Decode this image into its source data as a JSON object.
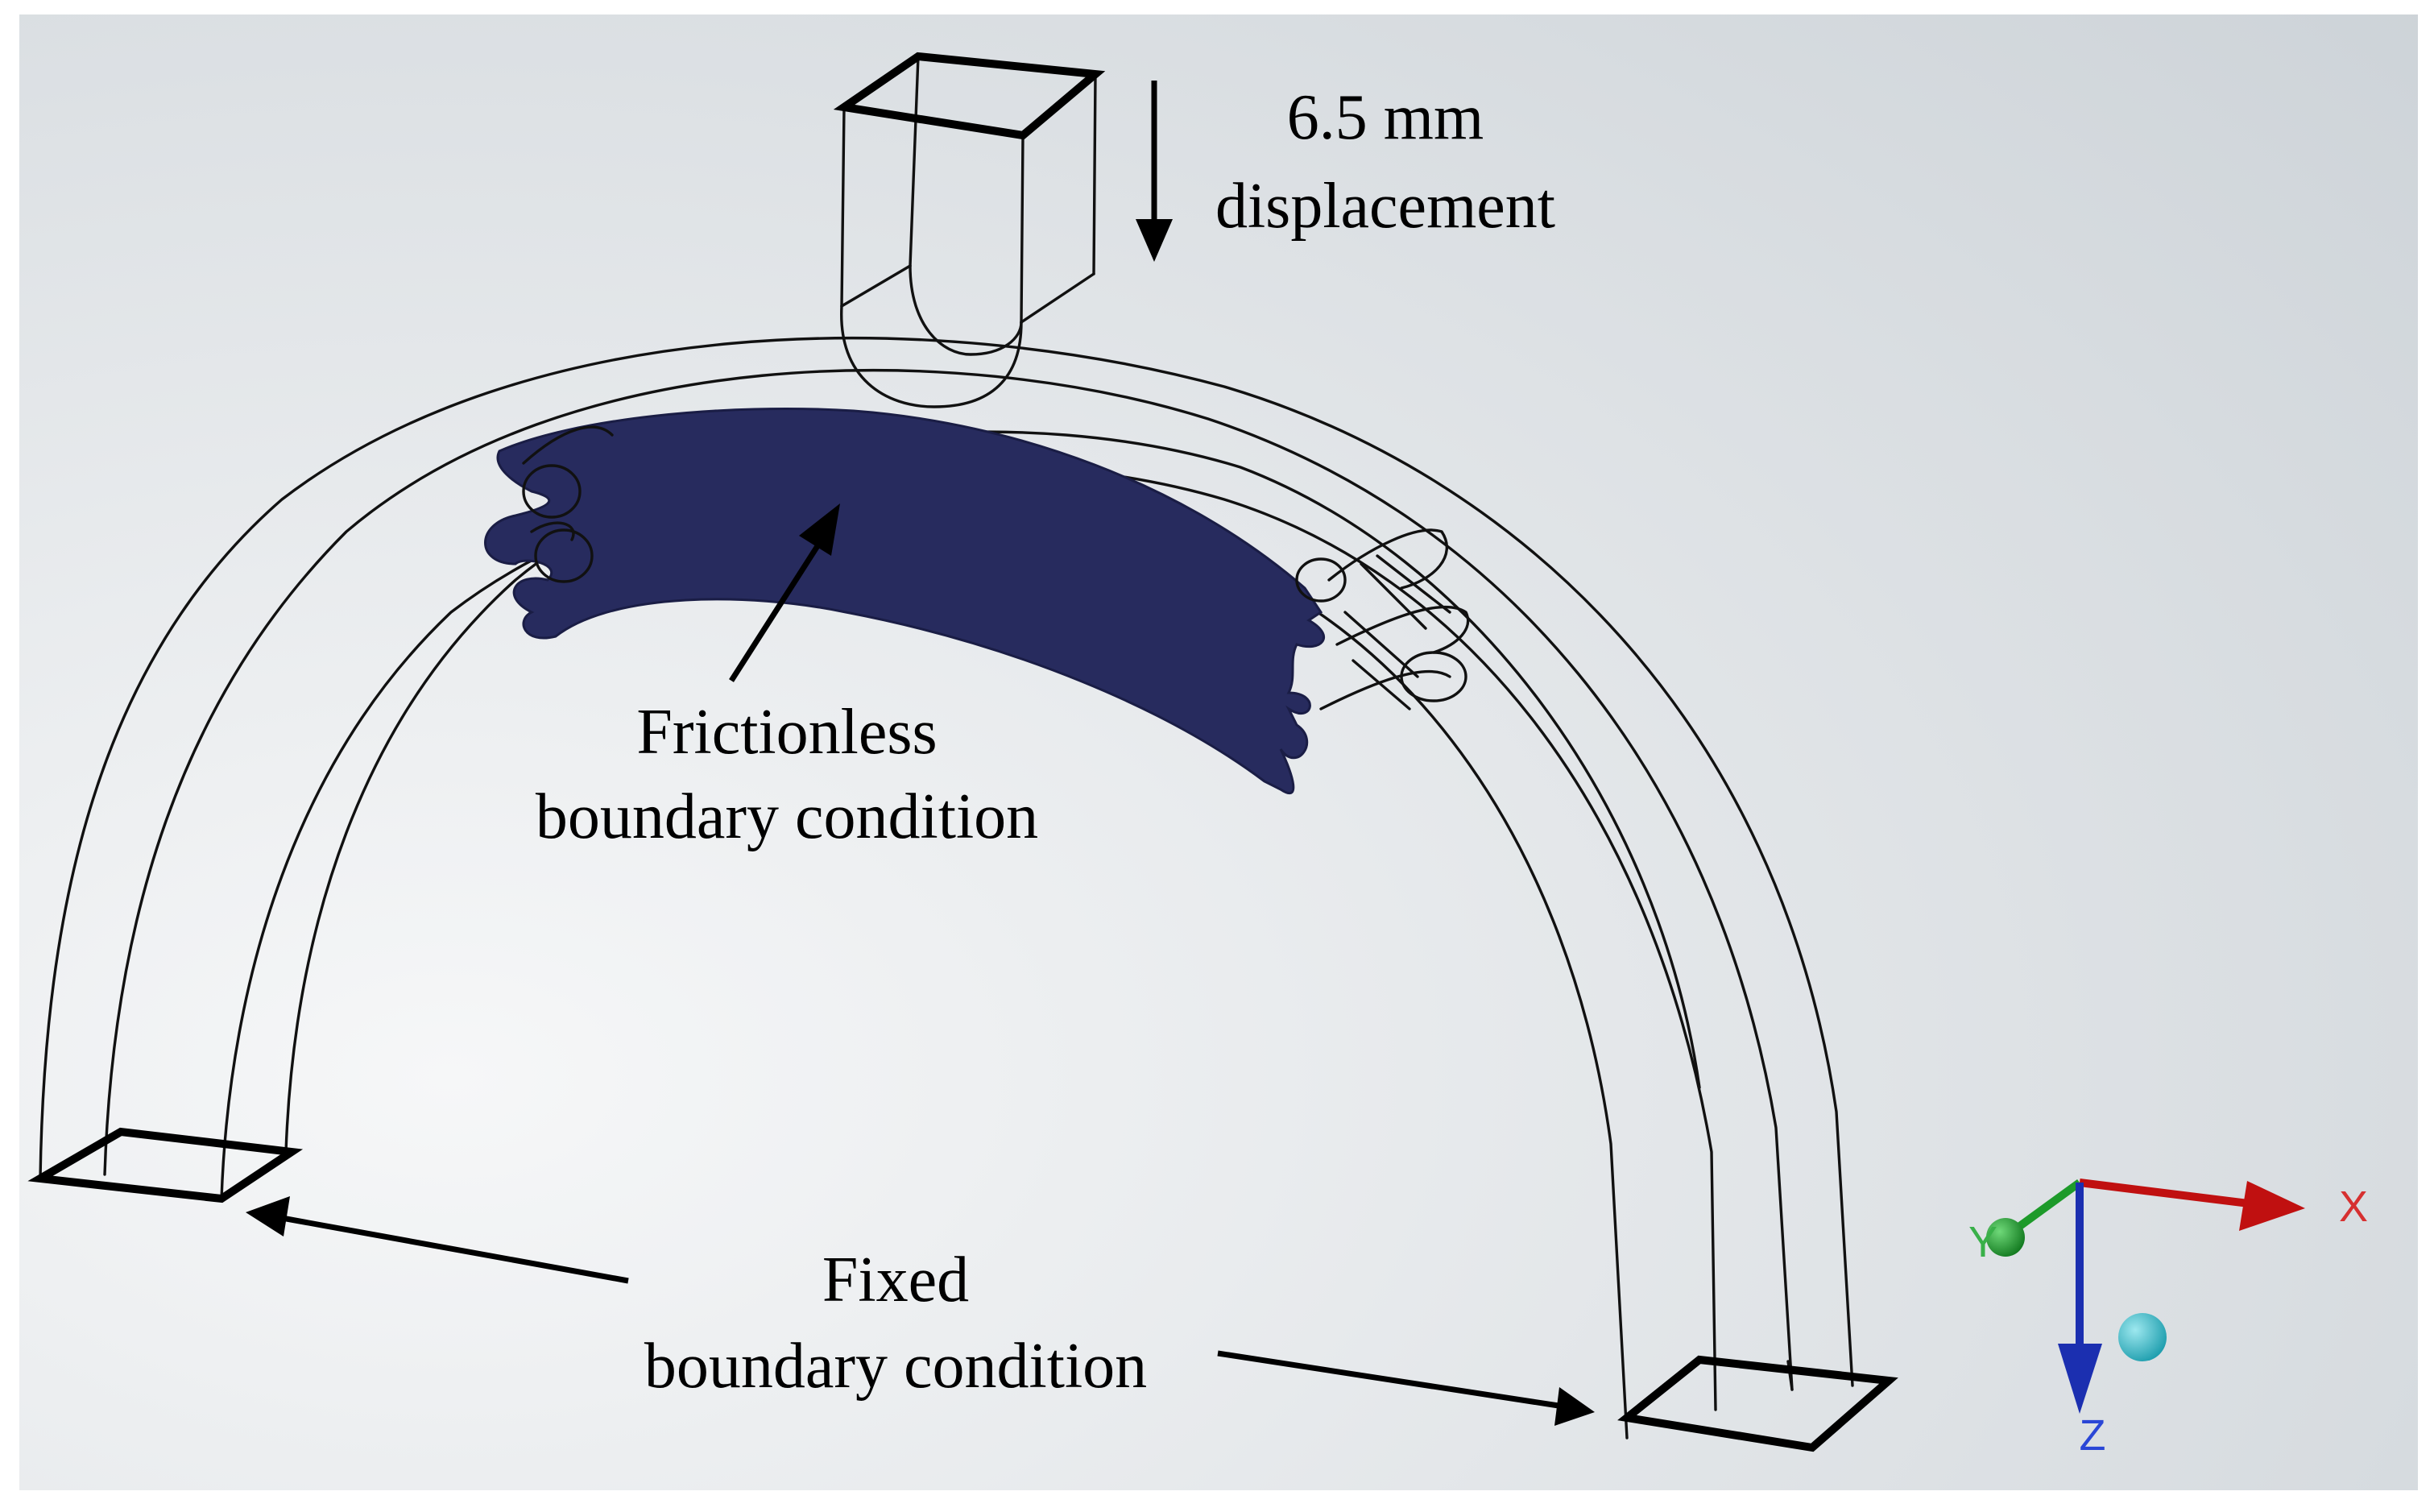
{
  "annotations": {
    "displacement": [
      "6.5 mm",
      "displacement"
    ],
    "frictionless": [
      "Frictionless",
      "boundary condition"
    ],
    "fixed": [
      "Fixed",
      "boundary condition"
    ]
  },
  "triad": {
    "x_label": "X",
    "y_label": "Y",
    "z_label": "Z",
    "x_color": "#c01010",
    "y_color": "#1d9a2a",
    "z_color": "#1b2fb0",
    "iso_ball_color": "#2bb6c4"
  },
  "colors": {
    "background_light": "#f3f4f5",
    "background_dark": "#cfd5da",
    "frictionless_face": "#272b5e",
    "wireframe": "#111111"
  }
}
